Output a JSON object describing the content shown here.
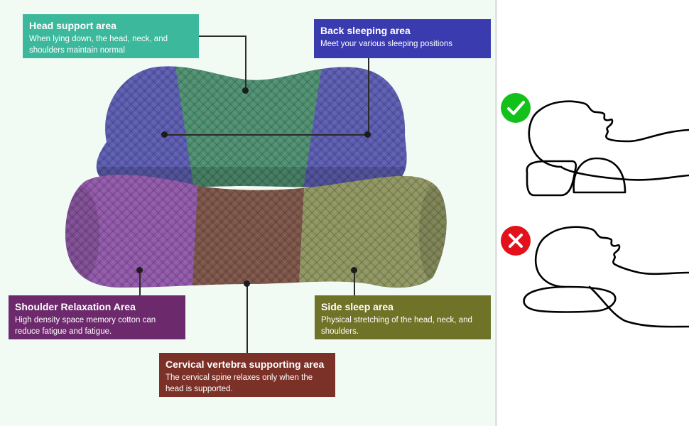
{
  "labels": {
    "head_support": {
      "title": "Head support area",
      "desc": "When lying down, the head, neck, and shoulders maintain normal",
      "color": "#3cb89c"
    },
    "back_sleeping": {
      "title": "Back sleeping area",
      "desc": "Meet your various sleeping positions",
      "color": "#3b3bb0"
    },
    "shoulder_relaxation": {
      "title": "Shoulder Relaxation Area",
      "desc": "High density space memory cotton can reduce fatigue and fatigue.",
      "color": "#6c2a6c"
    },
    "side_sleep": {
      "title": "Side sleep area",
      "desc": "Physical stretching of the head, neck, and shoulders.",
      "color": "#6e7327"
    },
    "cervical": {
      "title": "Cervical vertebra supporting area",
      "desc": "The cervical spine relaxes only when the head is supported.",
      "color": "#7b3127"
    }
  },
  "comparison": {
    "correct_icon": "check-icon",
    "wrong_icon": "cross-icon",
    "correct_color": "#14c11b",
    "wrong_color": "#e2111b"
  },
  "pillow_colors": {
    "top_purple": "#5b5cb0",
    "top_green": "#4e8f70",
    "bottom_purple": "#9058a8",
    "bottom_brown": "#7c5448",
    "bottom_olive": "#8e9560"
  }
}
